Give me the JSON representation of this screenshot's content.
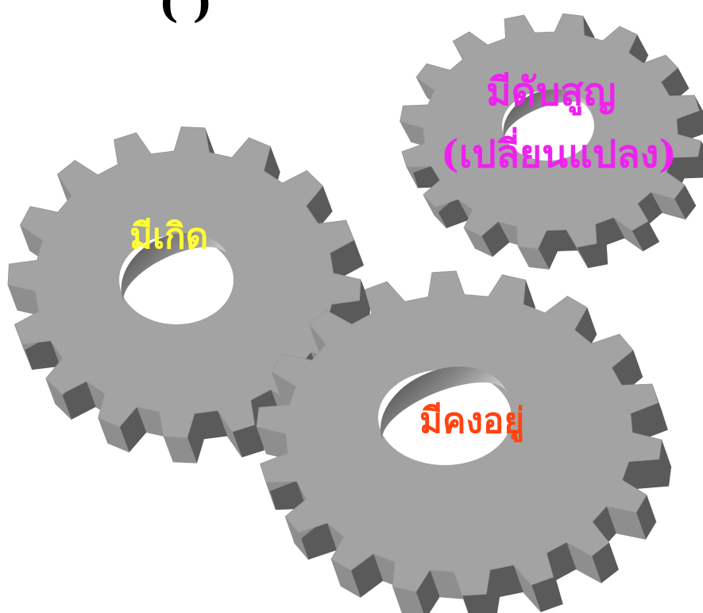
{
  "top_text_fragment": "(                )",
  "gears": [
    {
      "id": "birth",
      "label": "มีเกิด",
      "label_color": "#ffff33"
    },
    {
      "id": "exist",
      "label": "มีคงอยู่",
      "label_color": "#ff4411"
    },
    {
      "id": "decay",
      "label_line1": "มีดับสูญ",
      "label_line2": "(เปลี่ยนแปลง)",
      "label_color": "#ee22ee"
    }
  ],
  "colors": {
    "gear_face": "#a3a3a3",
    "gear_side_light": "#8e8e8e",
    "gear_side_dark": "#5a5a5a",
    "hole_fill": "#ffffff"
  }
}
